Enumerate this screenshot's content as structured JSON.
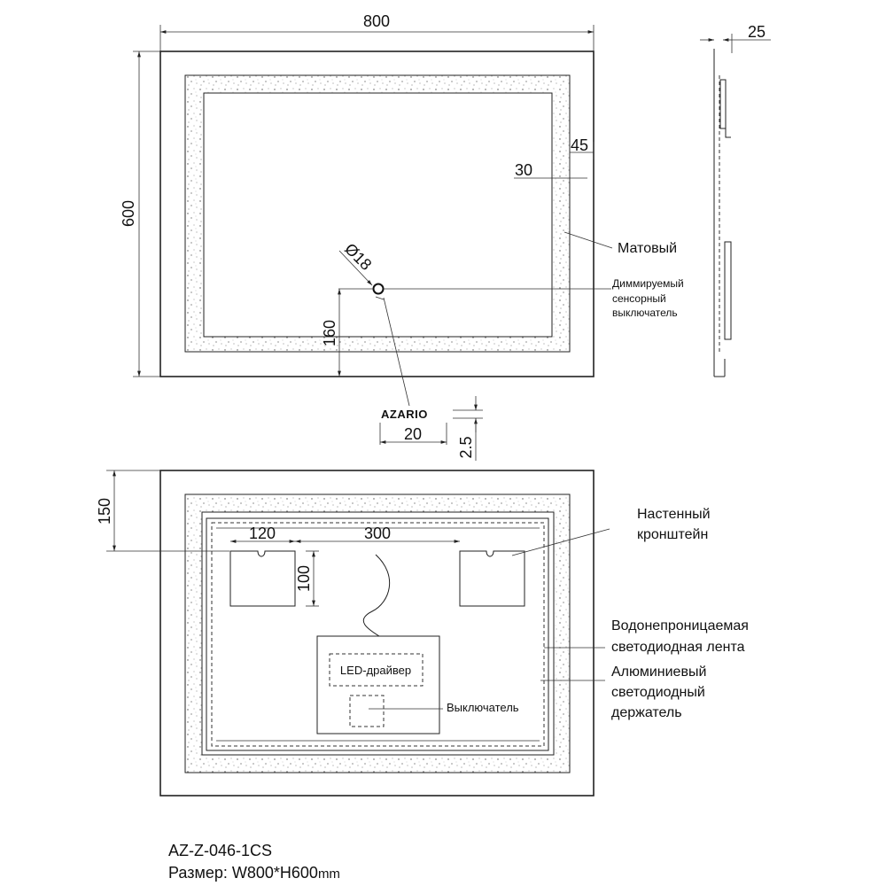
{
  "top_view": {
    "dim_width": "800",
    "dim_height": "600",
    "dim_depth": "25",
    "dim_border": "45",
    "dim_inner_border": "30",
    "dim_switch_diameter": "Ø18",
    "dim_switch_height": "160",
    "brand_logo": "AZARIO",
    "dim_logo_width": "20",
    "dim_logo_height": "2.5",
    "label_matte": "Матовый",
    "label_switch": [
      "Диммируемый",
      "сенсорный",
      "выключатель"
    ]
  },
  "back_view": {
    "dim_bracket_offset": "150",
    "dim_bracket_width": "120",
    "dim_bracket_spacing": "300",
    "dim_bracket_height": "100",
    "led_driver_label": "LED-драйвер",
    "switch_label": "Выключатель",
    "label_wall_bracket": [
      "Настенный",
      "кронштейн"
    ],
    "label_led_strip": [
      "Водонепроницаемая",
      "светодиодная лента"
    ],
    "label_aluminium_holder": [
      "Алюминиевый",
      "светодиодный",
      "держатель"
    ]
  },
  "footer": {
    "model": "AZ-Z-046-1CS",
    "size_prefix": "Размер: ",
    "size_value": "W800*H600",
    "size_unit": "mm"
  }
}
